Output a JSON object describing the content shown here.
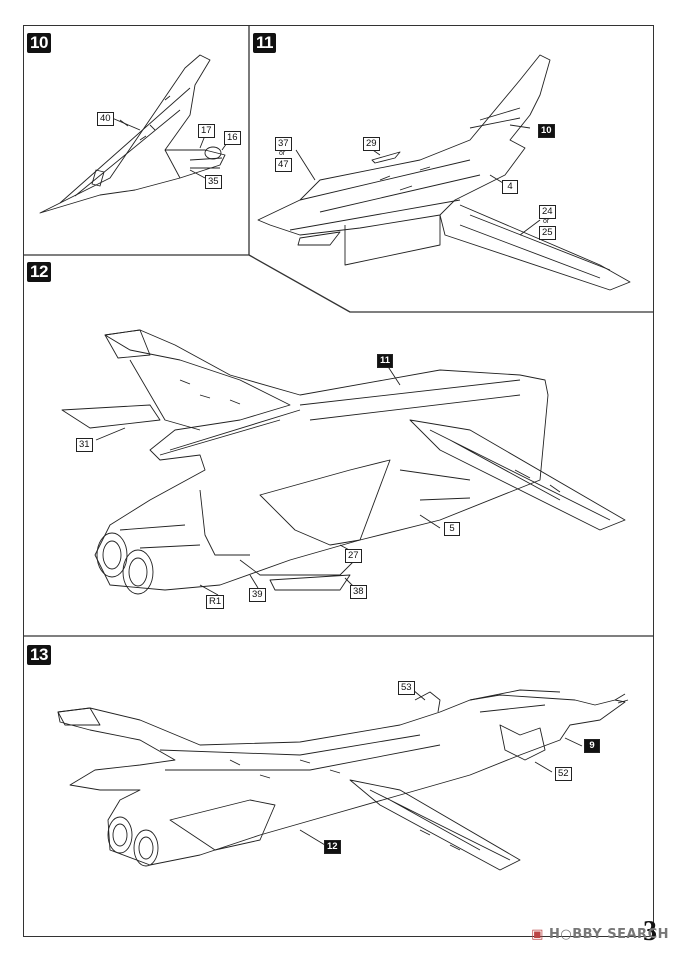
{
  "steps": {
    "s10": "10",
    "s11": "11",
    "s12": "12",
    "s13": "13"
  },
  "callouts": {
    "p40": "40",
    "p17": "17",
    "p16": "16",
    "p35": "35",
    "p37": "37",
    "p47": "47",
    "p29": "29",
    "p10": "10",
    "p4": "4",
    "p24": "24",
    "p25": "25",
    "p11": "11",
    "p31": "31",
    "p5": "5",
    "p27": "27",
    "pR1": "R1",
    "p39": "39",
    "p38": "38",
    "p53": "53",
    "p9": "9",
    "p52": "52",
    "p12": "12"
  },
  "or_text": "or",
  "page_number": "3",
  "watermark": {
    "icon": "hobby-search-logo-icon",
    "text": "H○BBY SEARCH"
  }
}
